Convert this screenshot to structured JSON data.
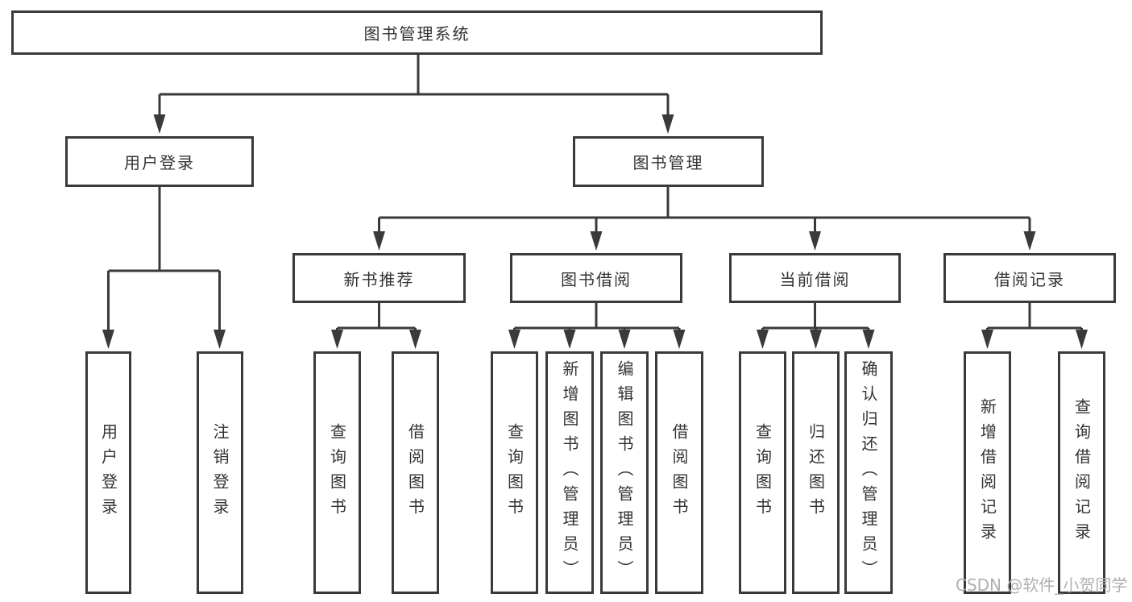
{
  "diagram": {
    "type": "tree",
    "root": {
      "label": "图书管理系统"
    },
    "level2": [
      {
        "label": "用户登录"
      },
      {
        "label": "图书管理"
      }
    ],
    "level3": [
      {
        "label": "新书推荐"
      },
      {
        "label": "图书借阅"
      },
      {
        "label": "当前借阅"
      },
      {
        "label": "借阅记录"
      }
    ],
    "leaves": {
      "user_login": [
        "用户登录",
        "注销登录"
      ],
      "new_book_recommend": [
        "查询图书",
        "借阅图书"
      ],
      "book_borrow": [
        "查询图书",
        "新增图书（管理员）",
        "编辑图书（管理员）",
        "借阅图书"
      ],
      "current_borrow": [
        "查询图书",
        "归还图书",
        "确认归还（管理员）"
      ],
      "borrow_record": [
        "新增借阅记录",
        "查询借阅记录"
      ]
    },
    "hierarchy": {
      "图书管理系统": [
        "用户登录",
        "图书管理"
      ],
      "用户登录": [
        "用户登录",
        "注销登录"
      ],
      "图书管理": [
        "新书推荐",
        "图书借阅",
        "当前借阅",
        "借阅记录"
      ],
      "新书推荐": [
        "查询图书",
        "借阅图书"
      ],
      "图书借阅": [
        "查询图书",
        "新增图书（管理员）",
        "编辑图书（管理员）",
        "借阅图书"
      ],
      "当前借阅": [
        "查询图书",
        "归还图书",
        "确认归还（管理员）"
      ],
      "借阅记录": [
        "新增借阅记录",
        "查询借阅记录"
      ]
    },
    "watermark": "CSDN @软件_小贺同学",
    "colors": {
      "line": "#3a3a3a",
      "border": "#3a3a3a",
      "text": "#333333",
      "background": "#ffffff",
      "watermark": "#b0b0b0"
    }
  }
}
